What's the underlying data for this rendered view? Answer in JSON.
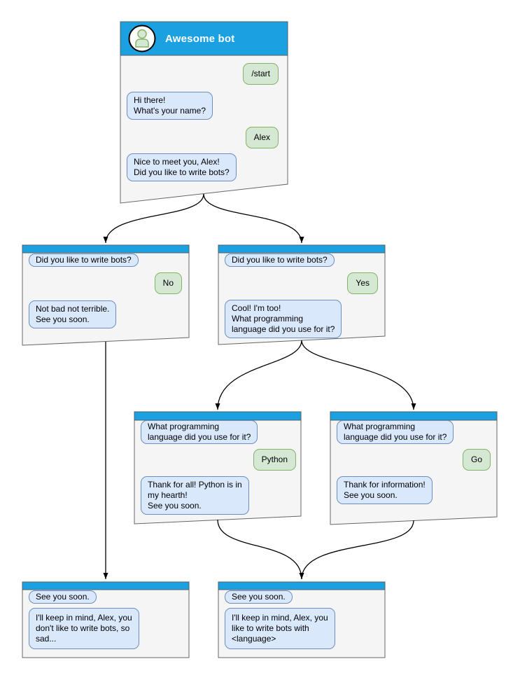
{
  "colors": {
    "header_blue": "#1BA1E2",
    "window_fill": "#F5F5F5",
    "window_border": "#666666",
    "bot_bubble_fill": "#DAE8FC",
    "bot_bubble_border": "#6C8EBF",
    "user_bubble_fill": "#D5E8D4",
    "user_bubble_border": "#82B366",
    "edge_color": "#000000",
    "title_text": "#FFFFFF"
  },
  "windows": {
    "root": {
      "title": "Awesome bot",
      "messages": [
        {
          "from": "user",
          "text": "/start"
        },
        {
          "from": "bot",
          "text": "Hi there!\nWhat's your name?"
        },
        {
          "from": "user",
          "text": "Alex"
        },
        {
          "from": "bot",
          "text": "Nice to meet you, Alex!\nDid you like to write bots?"
        }
      ]
    },
    "no_branch": {
      "messages": [
        {
          "from": "bot",
          "text": "Did you like to write bots?"
        },
        {
          "from": "user",
          "text": "No"
        },
        {
          "from": "bot",
          "text": "Not bad not terrible.\nSee you soon."
        }
      ]
    },
    "yes_branch": {
      "messages": [
        {
          "from": "bot",
          "text": "Did you like to write bots?"
        },
        {
          "from": "user",
          "text": "Yes"
        },
        {
          "from": "bot",
          "text": "Cool! I'm too!\nWhat programming\nlanguage did you use for it?"
        }
      ]
    },
    "python_branch": {
      "messages": [
        {
          "from": "bot",
          "text": "What programming\nlanguage did you use for it?"
        },
        {
          "from": "user",
          "text": "Python"
        },
        {
          "from": "bot",
          "text": "Thank for all! Python is in\nmy hearth!\nSee you soon."
        }
      ]
    },
    "go_branch": {
      "messages": [
        {
          "from": "bot",
          "text": "What programming\nlanguage did you use for it?"
        },
        {
          "from": "user",
          "text": "Go"
        },
        {
          "from": "bot",
          "text": "Thank for information!\nSee you soon."
        }
      ]
    },
    "end_no": {
      "messages": [
        {
          "from": "bot",
          "text": "See you soon."
        },
        {
          "from": "bot",
          "text": "I'll keep in mind, Alex, you\ndon't like to write bots, so\nsad..."
        }
      ]
    },
    "end_yes": {
      "messages": [
        {
          "from": "bot",
          "text": "See you soon."
        },
        {
          "from": "bot",
          "text": "I'll keep in mind, Alex, you\nlike to write bots with\n<language>"
        }
      ]
    }
  }
}
